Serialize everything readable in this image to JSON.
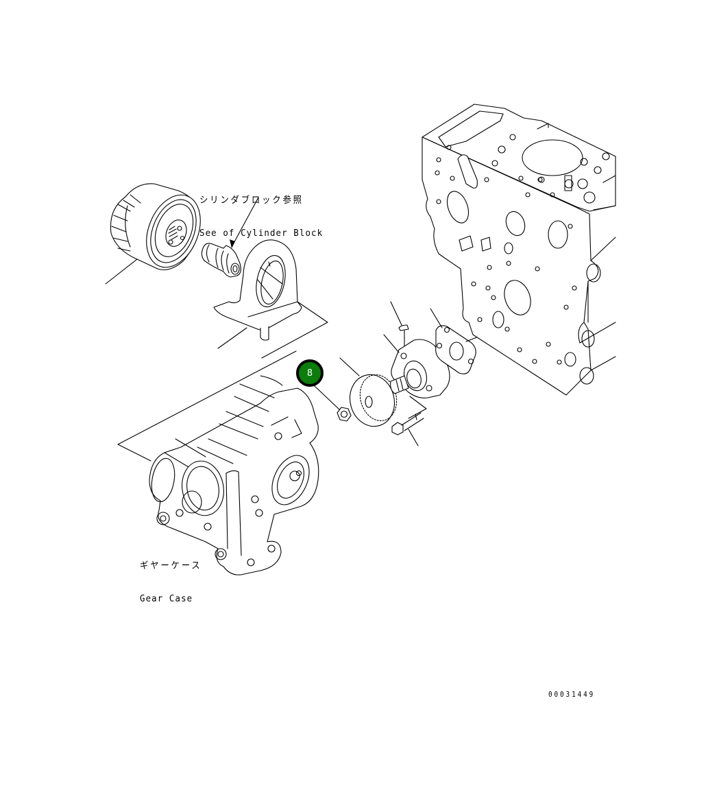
{
  "diagram": {
    "type": "exploded-parts-diagram",
    "drawing_number": "00031449",
    "labels": {
      "cylinder_block_ref": {
        "jp": "シリンダブロック参照",
        "en": "See of Cylinder Block"
      },
      "gear_case": {
        "jp": "ギヤーケース",
        "en": "Gear Case"
      }
    },
    "callouts": [
      {
        "number": "8",
        "color": "#0a7d0a",
        "border_color": "#000000",
        "text_color": "#ffffff",
        "points_to": "nut"
      }
    ],
    "components": [
      "oil-filter",
      "filter-nipple",
      "filter-bracket",
      "gear-case",
      "nut",
      "oil-pump-gear",
      "key",
      "oil-pump",
      "pump-bolt",
      "gasket",
      "cylinder-block"
    ]
  }
}
